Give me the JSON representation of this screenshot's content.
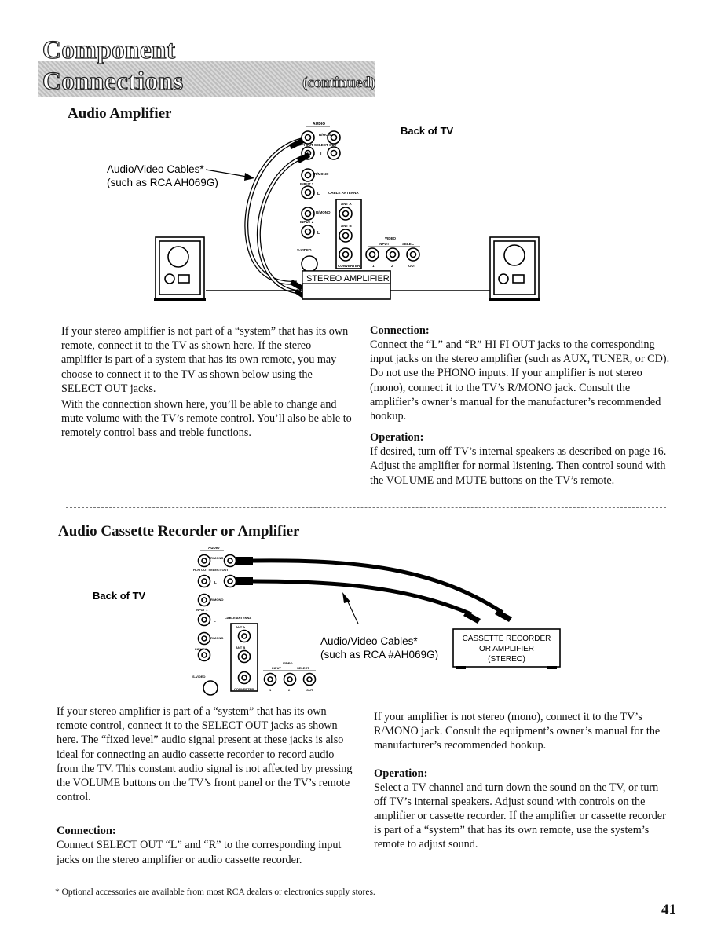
{
  "header": {
    "title_main": "Component Connections",
    "title_sub": "(continued)"
  },
  "section1": {
    "title": "Audio Amplifier",
    "back_of_tv": "Back of TV",
    "cables_line1": "Audio/Video Cables*",
    "cables_line2": "(such as RCA AH069G)",
    "amp_label": "STEREO AMPLIFIER",
    "left_text": [
      "If your stereo amplifier is not part of a “system” that has its own remote, connect it to the TV as shown here. If the stereo amplifier is part of a system that has its own remote, you may choose to connect it to the TV as shown below using the SELECT OUT jacks.",
      "With the connection shown here, you’ll be able to change and mute volume with the TV’s remote control. You’ll also be able to remotely control bass and treble functions."
    ],
    "connection_heading": "Connection:",
    "connection_text": "Connect the “L” and “R” HI FI OUT jacks to the corresponding input jacks on the stereo amplifier (such as AUX, TUNER, or CD). Do not use the PHONO inputs. If your amplifier is not stereo (mono), connect it to the TV’s R/MONO jack. Consult the amplifier’s owner’s manual for the manufacturer’s recommended hookup.",
    "operation_heading": "Operation:",
    "operation_text": "If desired, turn off TV’s internal speakers as described on page 16. Adjust the amplifier for normal listening. Then control sound with the VOLUME and MUTE buttons on the TV’s remote."
  },
  "section2": {
    "title": "Audio Cassette Recorder or Amplifier",
    "back_of_tv": "Back of TV",
    "cables_line1": "Audio/Video Cables*",
    "cables_line2": "(such as RCA #AH069G)",
    "box_line1": "CASSETTE RECORDER",
    "box_line2": "OR AMPLIFIER",
    "box_line3": "(STEREO)",
    "left_text": "If your stereo amplifier is part of a “system” that has its own remote control, connect it to the SELECT OUT jacks as shown here. The “fixed level” audio signal present at these jacks is also ideal for connecting an audio cassette recorder to record audio from the TV. This constant audio signal is not affected by pressing the VOLUME buttons on the TV’s front panel or the TV’s remote control.",
    "connection_heading": "Connection:",
    "connection_text": "Connect SELECT OUT “L” and “R” to the corresponding input jacks on the stereo amplifier or audio cassette recorder.",
    "right_text": "If your amplifier is not stereo (mono), connect it to the TV’s R/MONO jack. Consult the equipment’s owner’s manual for the manufacturer’s recommended hookup.",
    "operation_heading": "Operation:",
    "operation_text": "Select a TV channel and turn down the sound on the TV, or turn off TV’s internal speakers. Adjust sound with controls on the amplifier or cassette recorder. If the amplifier or cassette recorder is part of a “system” that has its own remote, use the system’s remote to adjust sound."
  },
  "panel_labels": {
    "audio": "AUDIO",
    "r_mono": "R/MONO",
    "hifi_select": "HI-FI OUT  SELECT OUT",
    "l": "L",
    "input1": "INPUT 1",
    "input2": "INPUT 2",
    "cable_antenna": "CABLE ANTENNA",
    "ant_a": "ANT A",
    "ant_b": "ANT B",
    "converter": "CONVERTER",
    "video": "VIDEO",
    "input": "INPUT",
    "select": "SELECT",
    "svideo": "S-VIDEO",
    "one": "1",
    "two": "2",
    "out": "OUT"
  },
  "footnote": "* Optional accessories are available from most RCA dealers or electronics supply stores.",
  "page_number": "41"
}
